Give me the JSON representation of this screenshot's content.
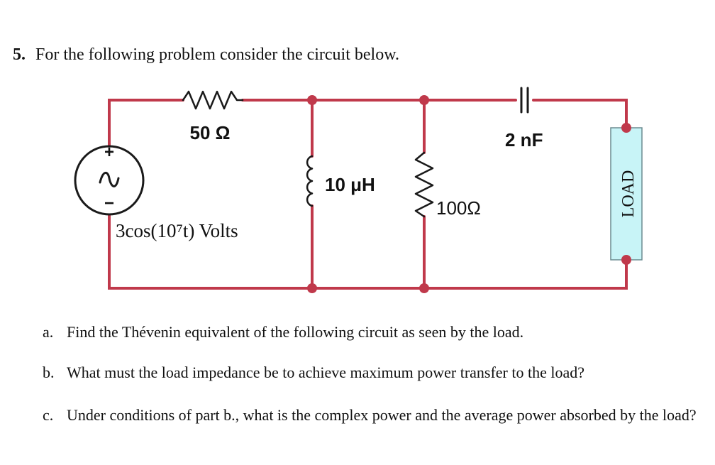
{
  "problem": {
    "number": "5.",
    "statement": "For the following problem consider the circuit below."
  },
  "circuit": {
    "colors": {
      "wire": "#c0394b",
      "component": "#1a1a1a",
      "load_fill": "#c8f4f7"
    },
    "resistor_series": {
      "label": "50 Ω"
    },
    "inductor": {
      "label": "10 μH"
    },
    "resistor_shunt": {
      "label": "100Ω"
    },
    "capacitor": {
      "label": "2 nF"
    },
    "source": {
      "label": "3cos(10⁷t) Volts",
      "plus": "+",
      "minus": "−"
    },
    "load": {
      "label": "LOAD"
    }
  },
  "questions": [
    {
      "letter": "a.",
      "text": "Find the Thévenin equivalent of the following circuit as seen by the load."
    },
    {
      "letter": "b.",
      "text": "What must the load impedance be to achieve maximum power transfer to the load?"
    },
    {
      "letter": "c.",
      "text": "Under conditions of part b., what is the complex power and the average power absorbed by the load?"
    }
  ]
}
